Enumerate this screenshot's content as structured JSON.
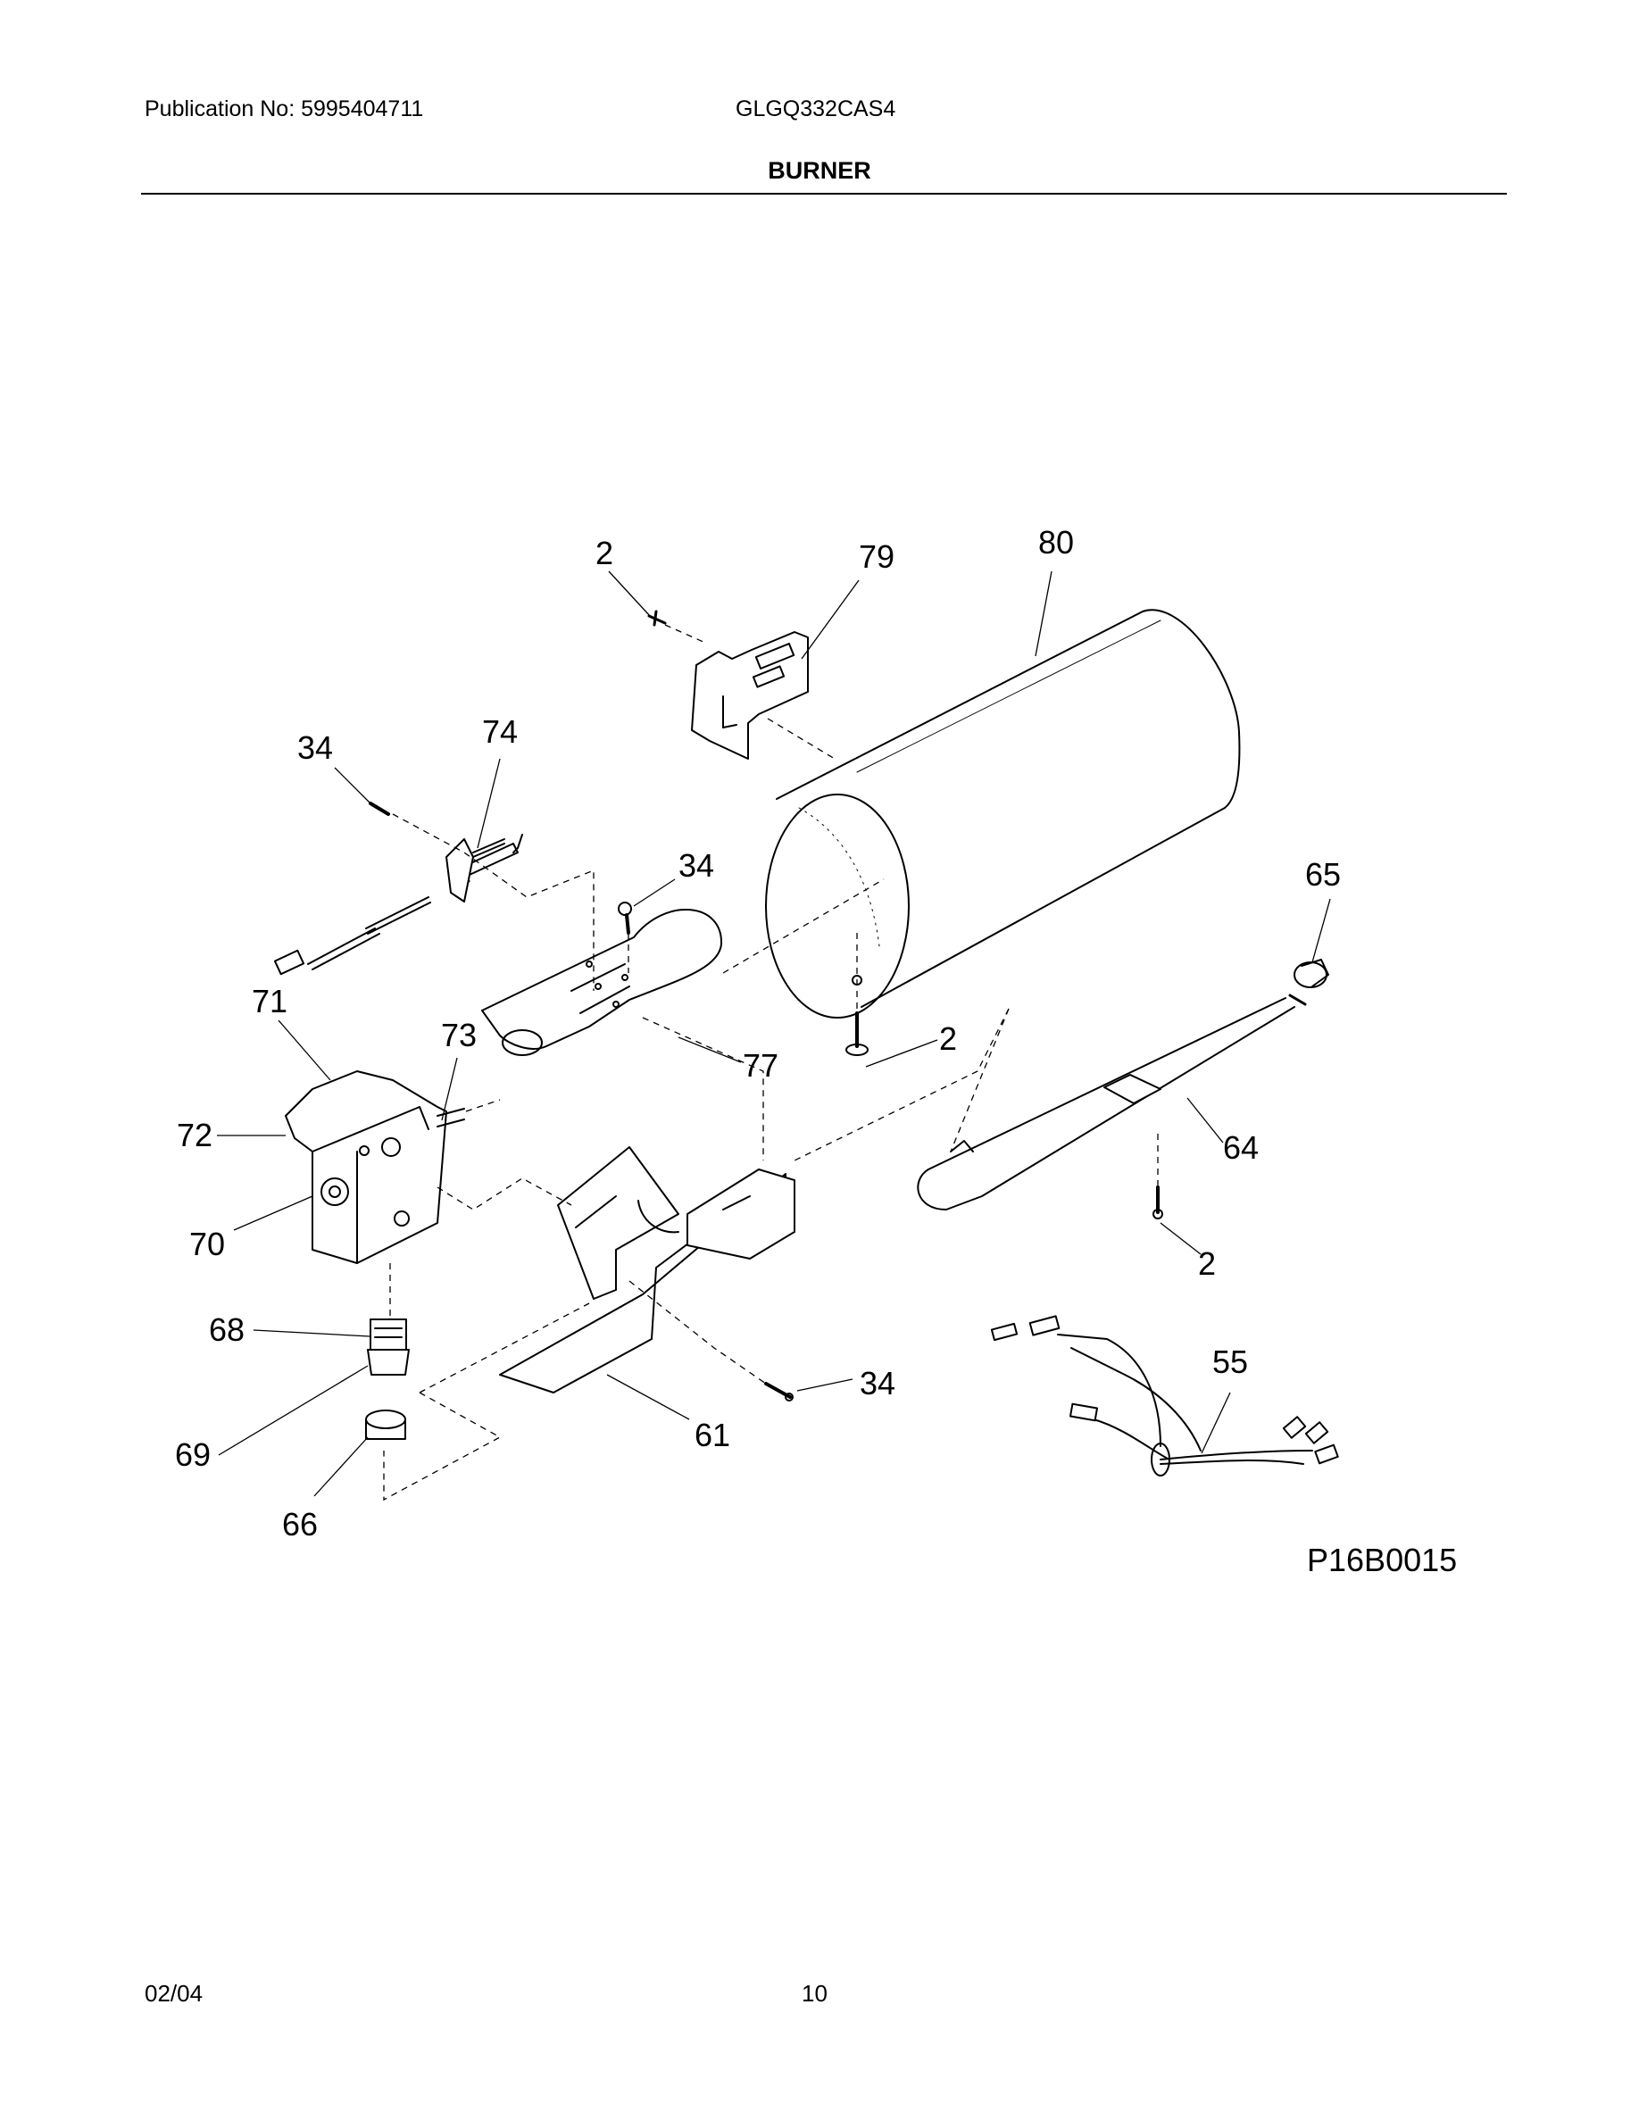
{
  "header": {
    "publication": "Publication No: 5995404711",
    "model": "GLGQ332CAS4",
    "section_title": "BURNER"
  },
  "diagram": {
    "code": "P16B0015",
    "callouts": [
      "2",
      "79",
      "80",
      "34",
      "74",
      "34",
      "65",
      "71",
      "73",
      "77",
      "2",
      "72",
      "64",
      "70",
      "2",
      "68",
      "34",
      "55",
      "61",
      "69",
      "66"
    ]
  },
  "footer": {
    "date": "02/04",
    "page": "10"
  }
}
